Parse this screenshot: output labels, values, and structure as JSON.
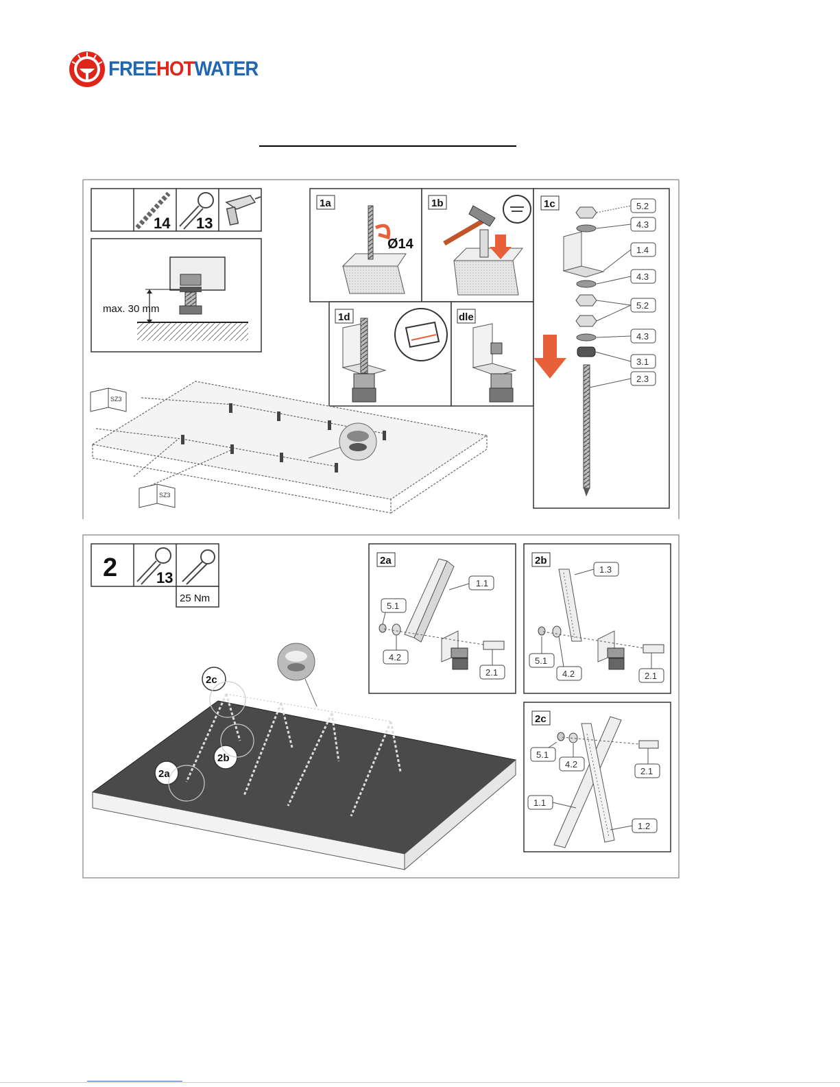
{
  "brand": {
    "name_part1": "FREE",
    "name_part2": "HOT",
    "name_part3": "WATER",
    "colors": {
      "blue": "#1f67b2",
      "red": "#e0251b",
      "arrow_orange": "#e8603a"
    }
  },
  "step1": {
    "tools": {
      "drill_size": "14",
      "wrench_size": "13",
      "icons": [
        "drill-bit-icon",
        "wrench-icon",
        "power-drill-icon"
      ]
    },
    "height_label": "max. 30 mm",
    "manual_label": "SZ3",
    "panels": {
      "1a": {
        "tag": "1a",
        "hole": "Ø14"
      },
      "1b": {
        "tag": "1b"
      },
      "1c": {
        "tag": "1c",
        "parts": [
          "5.2",
          "4.3",
          "1.4",
          "4.3",
          "5.2",
          "4.3",
          "3.1",
          "2.3"
        ]
      },
      "1d": {
        "tag": "1d"
      },
      "1e": {
        "tag": "dle"
      }
    }
  },
  "step2": {
    "number": "2",
    "wrench_size": "13",
    "torque": "25 Nm",
    "callouts": [
      "2a",
      "2b",
      "2c"
    ],
    "panels": {
      "2a": {
        "tag": "2a",
        "parts": [
          "1.1",
          "5.1",
          "4.2",
          "2.1"
        ]
      },
      "2b": {
        "tag": "2b",
        "parts": [
          "1.3",
          "5.1",
          "4.2",
          "2.1"
        ]
      },
      "2c": {
        "tag": "2c",
        "parts": [
          "5.1",
          "4.2",
          "2.1",
          "1.1",
          "1.2"
        ]
      }
    }
  }
}
